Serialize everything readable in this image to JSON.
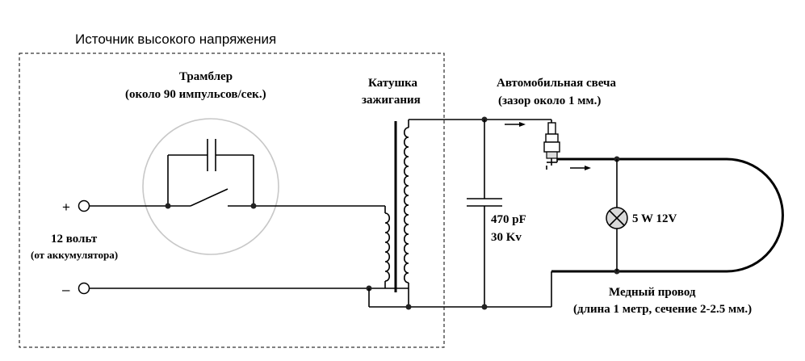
{
  "labels": {
    "hv_source": "Источник высокого напряжения",
    "distributor_title": "Трамблер",
    "distributor_sub": "(около 90 импульсов/сек.)",
    "coil_line1": "Катушка",
    "coil_line2": "зажигания",
    "spark_plug_title": "Автомобильная свеча",
    "spark_plug_sub": "(зазор около 1 мм.)",
    "plus": "+",
    "minus": "–",
    "battery_line1": "12 вольт",
    "battery_line2": "(от аккумулятора)",
    "cap_value1": "470 pF",
    "cap_value2": "30 Kv",
    "lamp": "5 W 12V",
    "copper_title": "Медный провод",
    "copper_sub": "(длина 1 метр, сечение 2-2.5 мм.)"
  }
}
